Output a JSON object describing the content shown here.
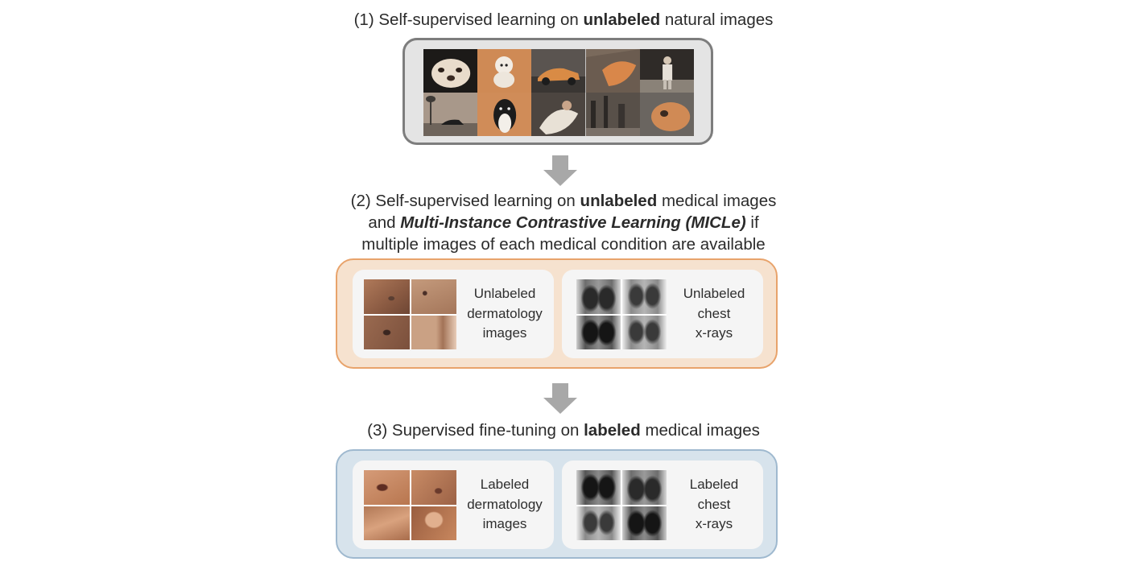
{
  "stage1": {
    "number": "(1)",
    "before": "Self-supervised learning on",
    "bold": "unlabeled",
    "after": "natural images"
  },
  "stage2": {
    "number": "(2)",
    "line1_before": "Self-supervised learning on",
    "line1_bold": "unlabeled",
    "line1_after": "medical images",
    "line2_before": "and",
    "line2_bold_italic": "Multi-Instance Contrastive Learning (MICLe)",
    "line2_after": "if",
    "line3": "multiple images of each medical condition are available",
    "cards": [
      {
        "lines": [
          "Unlabeled",
          "dermatology",
          "images"
        ],
        "icon": "dermatology-image-collage"
      },
      {
        "lines": [
          "Unlabeled",
          "chest",
          "x-rays"
        ],
        "icon": "chest-xray-collage"
      }
    ]
  },
  "stage3": {
    "number": "(3)",
    "before": "Supervised fine-tuning on",
    "bold": "labeled",
    "after": "medical images",
    "cards": [
      {
        "lines": [
          "Labeled",
          "dermatology",
          "images"
        ],
        "icon": "dermatology-image-collage"
      },
      {
        "lines": [
          "Labeled",
          "chest",
          "x-rays"
        ],
        "icon": "chest-xray-collage"
      }
    ]
  },
  "colors": {
    "stage2_fill": "#f6e2cf",
    "stage2_border": "#e8a36b",
    "stage3_fill": "#d7e3ec",
    "stage3_border": "#9fb9cf",
    "stage1_border": "#7d7d7d",
    "arrow": "#a8a8a8",
    "accent_orange": "#d9874a"
  }
}
